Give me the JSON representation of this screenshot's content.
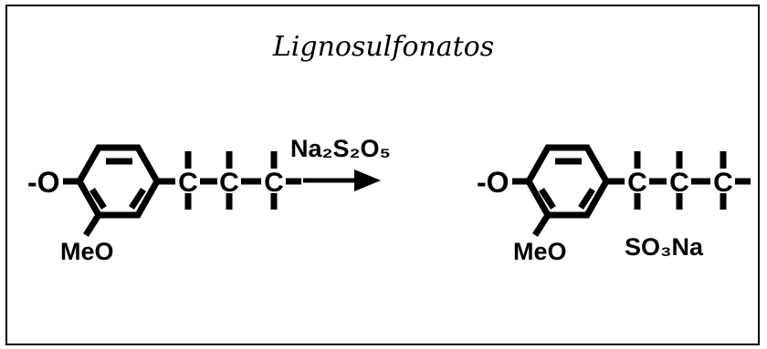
{
  "diagram": {
    "title": "Lignosulfonatos",
    "reactant": {
      "ether_label": "-O",
      "substituent": "MeO",
      "chain_atoms": [
        "C",
        "C",
        "C"
      ]
    },
    "reagent": {
      "text": "Na₂S₂O₅"
    },
    "product": {
      "ether_label": "-O",
      "substituent": "MeO",
      "chain_atoms": [
        "C",
        "C",
        "C"
      ],
      "added_group": "SO₃Na"
    }
  }
}
